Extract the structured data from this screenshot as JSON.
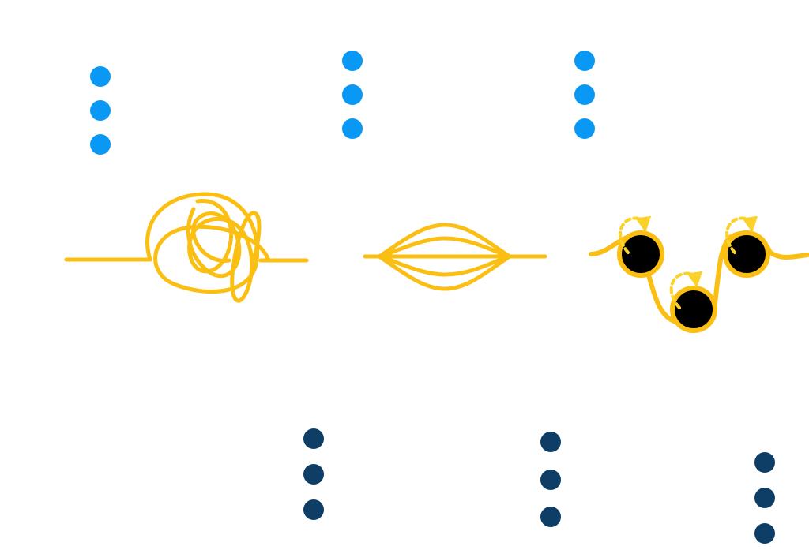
{
  "colors": {
    "background": "#ffffff",
    "dot_light": "#0a98f5",
    "dot_dark": "#0e3d66",
    "line_gold": "#fbbf13",
    "line_gold_dashed": "#fcd22a"
  },
  "diagram": {
    "top_dot_groups": [
      {
        "name": "top-dots-left",
        "count": 3
      },
      {
        "name": "top-dots-middle",
        "count": 3
      },
      {
        "name": "top-dots-right",
        "count": 3
      }
    ],
    "curves": [
      {
        "name": "tangled-curve",
        "kind": "tangled"
      },
      {
        "name": "lens-curve",
        "kind": "converging-strands"
      },
      {
        "name": "rolling-loops-curve",
        "kind": "wave-with-circles",
        "circle_count": 3
      }
    ],
    "bottom_dot_groups": [
      {
        "name": "bottom-dots-left",
        "count": 3
      },
      {
        "name": "bottom-dots-middle",
        "count": 3
      },
      {
        "name": "bottom-dots-right",
        "count": 3
      }
    ]
  }
}
